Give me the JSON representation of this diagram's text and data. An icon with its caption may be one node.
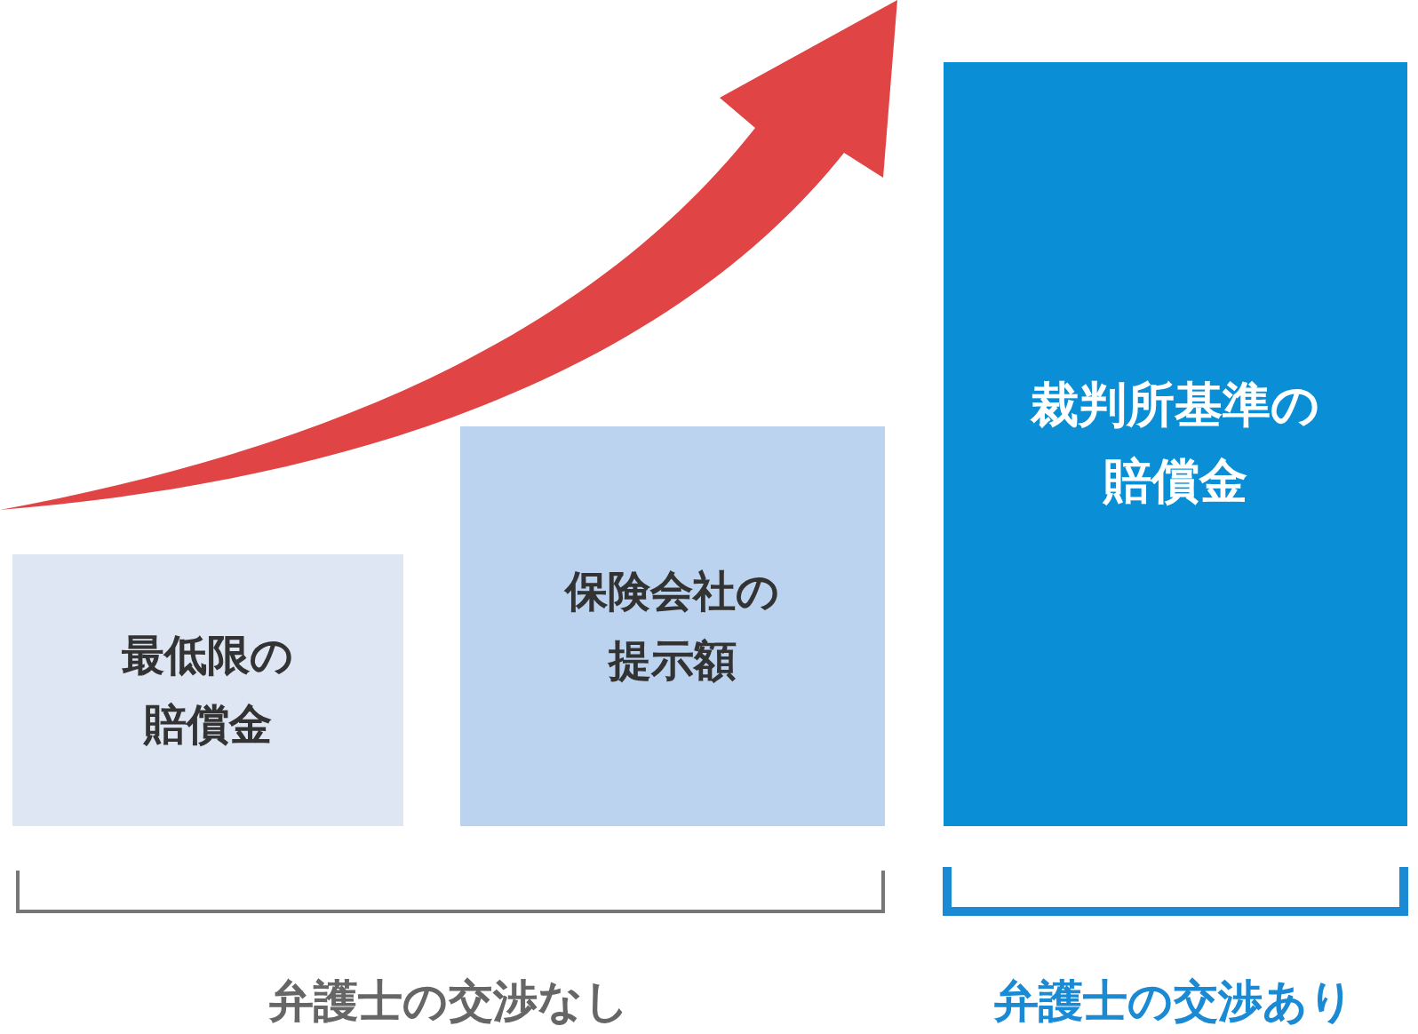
{
  "diagram": {
    "nodes": [
      {
        "text": [
          "最低限の賠償金"
        ]
      },
      {
        "text": [
          "保険会社の提示額"
        ]
      },
      {
        "text": [
          "裁判所基準の賠償金"
        ]
      }
    ],
    "labels": [
      "弁護士の交渉なし",
      "弁護士の交渉あり"
    ]
  }
}
